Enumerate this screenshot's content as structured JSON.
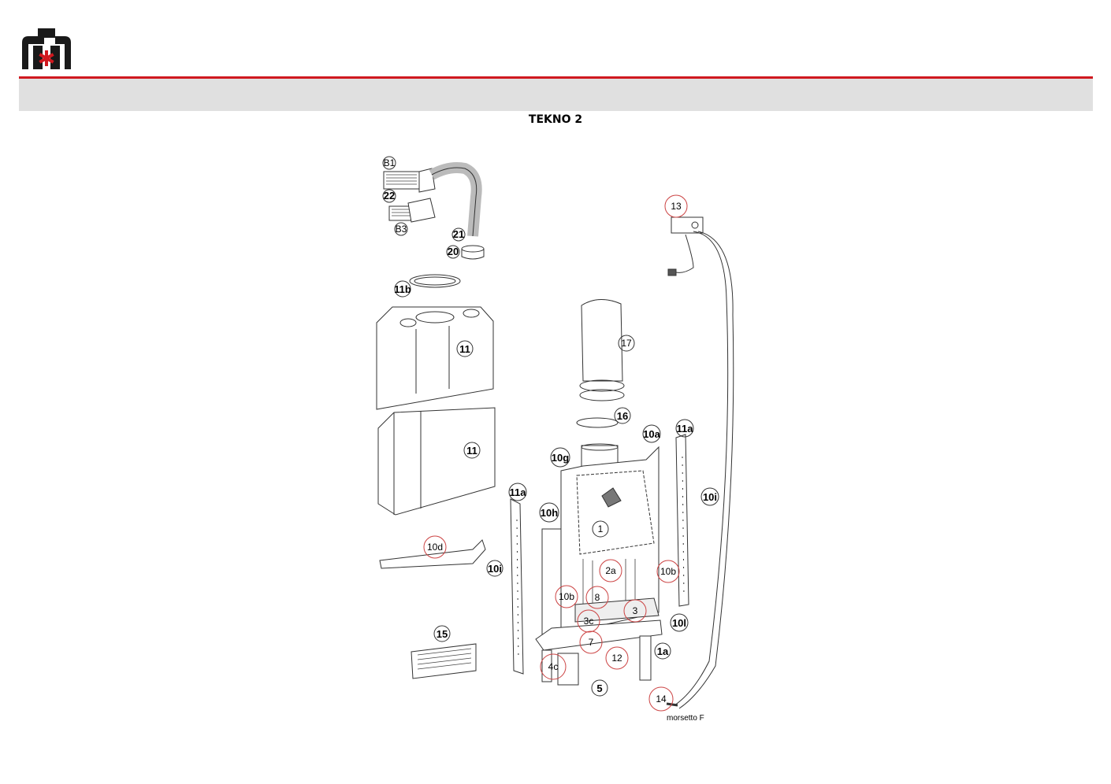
{
  "brand": {
    "logo_name": "brand-logo",
    "accent_color": "#d0191f"
  },
  "header": {
    "title": "TEKNO 2"
  },
  "callouts": {
    "B1": "B1",
    "p22": "22",
    "B3": "B3",
    "p21": "21",
    "p20": "20",
    "p11b": "11b",
    "p11_top": "11",
    "p11_bottom": "11",
    "p10d": "10d",
    "p15": "15",
    "p17": "17",
    "p16": "16",
    "p10a": "10a",
    "p11a_right": "11a",
    "p10g": "10g",
    "p11a_left": "11a",
    "p10h": "10h",
    "p10i_right": "10i",
    "p10i_left": "10i",
    "p1": "1",
    "p2a": "2a",
    "p10b_right": "10b",
    "p10b_left": "10b",
    "p8": "8",
    "p3": "3",
    "p3c": "3c",
    "p10l": "10l",
    "p7": "7",
    "p12": "12",
    "p1a": "1a",
    "p4c": "4c",
    "p5": "5",
    "p13": "13",
    "p14": "14"
  },
  "captions": {
    "terminal": "morsetto F"
  }
}
